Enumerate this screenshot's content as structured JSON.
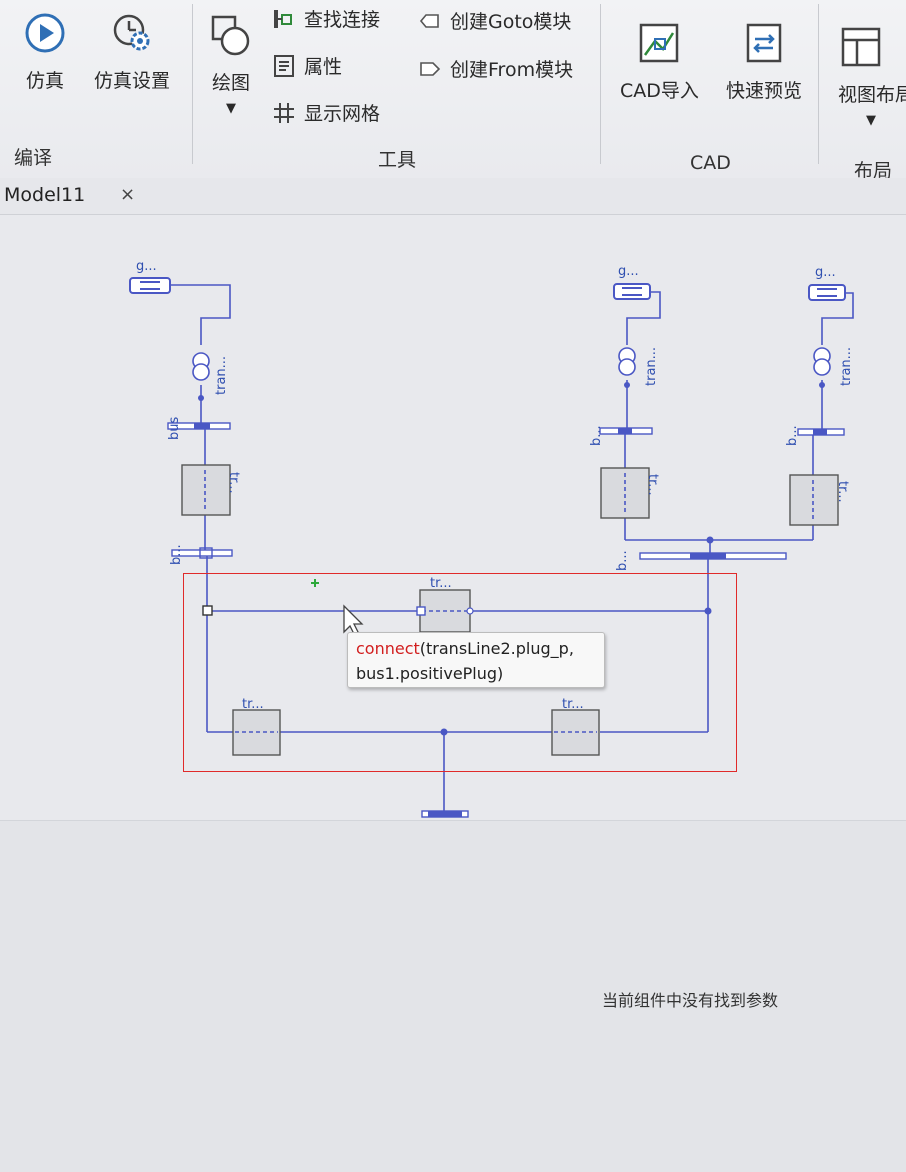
{
  "ribbon": {
    "compile_group": {
      "label": "编译",
      "simulate_label": "仿真",
      "sim_settings_label": "仿真设置"
    },
    "tools_group": {
      "label": "工具",
      "draw_label": "绘图",
      "find_connection_label": "查找连接",
      "properties_label": "属性",
      "show_grid_label": "显示网格",
      "create_goto_label": "创建Goto模块",
      "create_from_label": "创建From模块"
    },
    "cad_group": {
      "label": "CAD",
      "cad_import_label": "CAD导入",
      "quick_preview_label": "快速预览"
    },
    "layout_group": {
      "label": "布局",
      "view_layout_label": "视图布局"
    }
  },
  "tabs": [
    {
      "label": "Model11",
      "close": "×"
    }
  ],
  "diagram": {
    "labels": {
      "gen1": "g...",
      "gen2": "g...",
      "gen3": "g...",
      "tran1": "tran...",
      "tran2": "tran...",
      "tran3": "tran...",
      "bus_main": "bus",
      "bus_b1": "b...",
      "bus_b2": "b...",
      "bus_b3": "b...",
      "bus_b4": "b...",
      "line_top": "tr...",
      "line_left": "tr...",
      "line_mid": "tr...",
      "line_right": "tr...",
      "line_bottom_left": "tr...",
      "line_bottom_right": "tr..."
    },
    "tooltip": {
      "keyword": "connect",
      "args_line1": "(transLine2.plug_p,",
      "args_line2": "bus1.positivePlug)"
    }
  },
  "params_panel": {
    "message": "当前组件中没有找到参数"
  },
  "colors": {
    "wire": "#4a57c4",
    "selection": "#e02a2a",
    "keyword": "#d21f1f",
    "accent": "#2f6fb5"
  }
}
